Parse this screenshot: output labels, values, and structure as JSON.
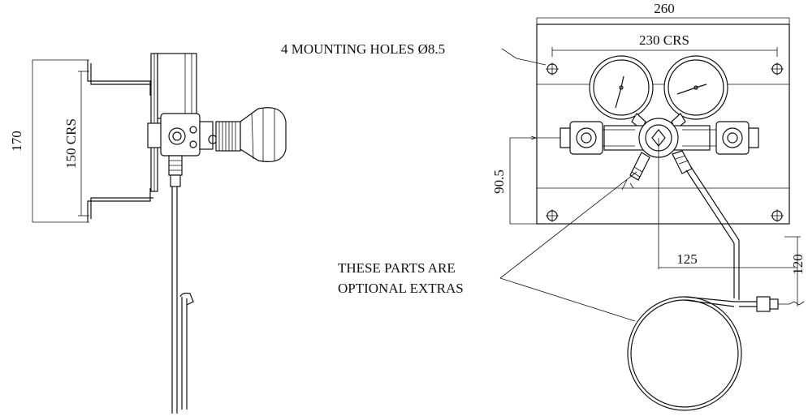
{
  "side_view": {
    "dim_overall_height": "170",
    "dim_mounting_centres": "150 CRS"
  },
  "front_view": {
    "dim_plate_width": "260",
    "dim_hole_centres": "230 CRS",
    "mounting_holes_note": "4 MOUNTING HOLES Ø8.5",
    "dim_outlet_height": "90.5",
    "dim_outlet_offset": "125",
    "dim_pipe_drop": "120",
    "optional_note_line1": "THESE PARTS ARE",
    "optional_note_line2": "OPTIONAL EXTRAS"
  }
}
